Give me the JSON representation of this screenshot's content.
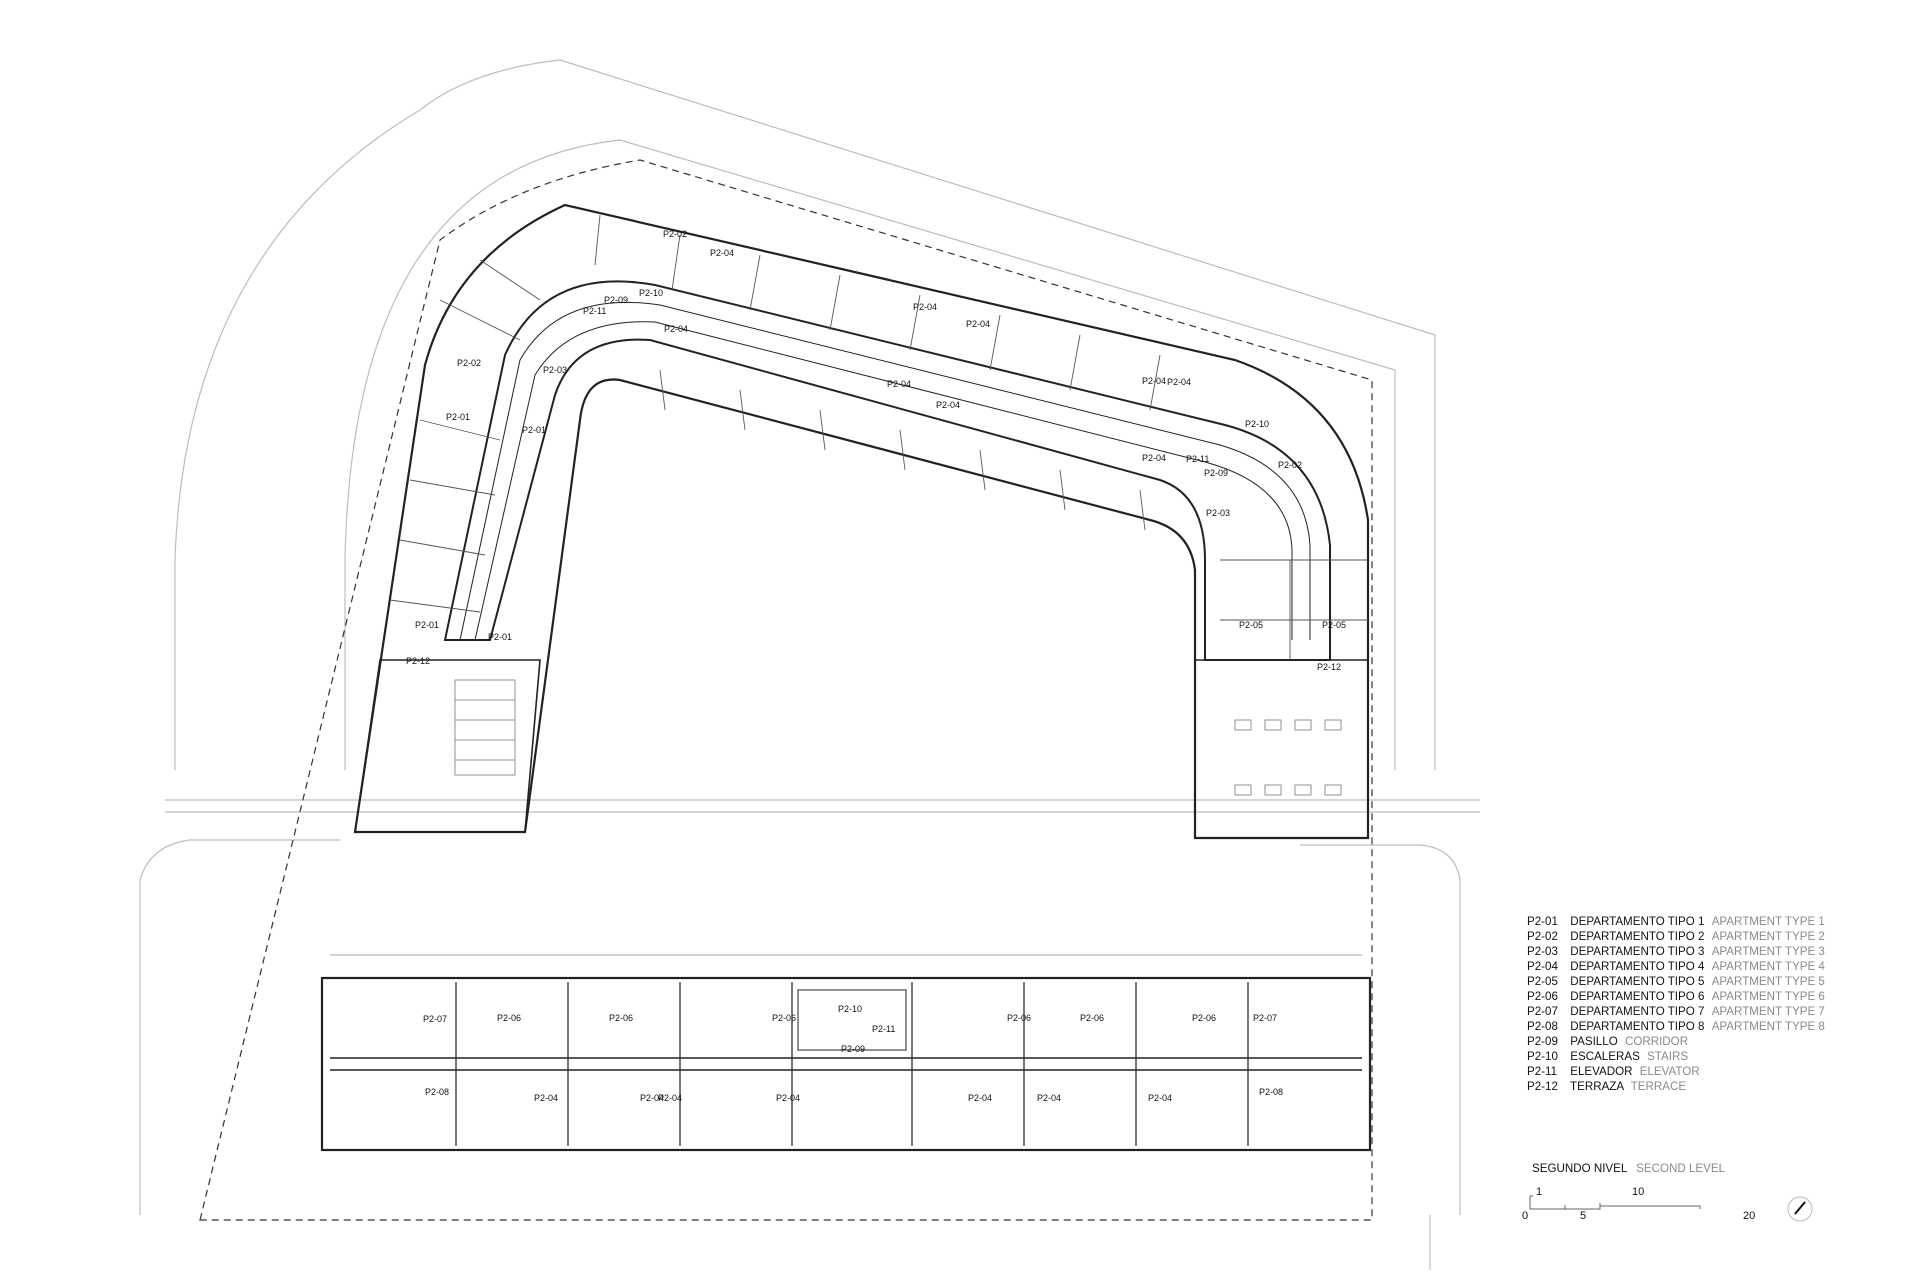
{
  "plan": {
    "room_labels": [
      {
        "id": "ul-0",
        "text": "P2-02"
      },
      {
        "id": "ul-1",
        "text": "P2-04"
      },
      {
        "id": "ul-2",
        "text": "P2-10"
      },
      {
        "id": "ul-3",
        "text": "P2-09"
      },
      {
        "id": "ul-4",
        "text": "P2-11"
      },
      {
        "id": "ul-5",
        "text": "P2-04"
      },
      {
        "id": "ul-6",
        "text": "P2-04"
      },
      {
        "id": "ul-7",
        "text": "P2-04"
      },
      {
        "id": "ul-8",
        "text": "P2-04"
      },
      {
        "id": "ul-9",
        "text": "P2-04"
      },
      {
        "id": "ul-10",
        "text": "P2-04"
      },
      {
        "id": "ul-11",
        "text": "P2-04"
      },
      {
        "id": "ul-12",
        "text": "P2-04"
      },
      {
        "id": "ul-13",
        "text": "P2-10"
      },
      {
        "id": "ul-14",
        "text": "P2-02"
      },
      {
        "id": "ul-15",
        "text": "P2-09"
      },
      {
        "id": "ul-16",
        "text": "P2-11"
      },
      {
        "id": "ul-17",
        "text": "P2-03"
      },
      {
        "id": "ul-18",
        "text": "P2-02"
      },
      {
        "id": "ul-19",
        "text": "P2-03"
      },
      {
        "id": "ul-20",
        "text": "P2-01"
      },
      {
        "id": "ul-21",
        "text": "P2-01"
      },
      {
        "id": "ul-22",
        "text": "P2-01"
      },
      {
        "id": "ul-23",
        "text": "P2-01"
      },
      {
        "id": "ul-24",
        "text": "P2-12"
      },
      {
        "id": "ul-25",
        "text": "P2-05"
      },
      {
        "id": "ul-26",
        "text": "P2-05"
      },
      {
        "id": "ul-27",
        "text": "P2-12"
      },
      {
        "id": "bl-0",
        "text": "P2-07"
      },
      {
        "id": "bl-1",
        "text": "P2-06"
      },
      {
        "id": "bl-2",
        "text": "P2-06"
      },
      {
        "id": "bl-3",
        "text": "P2-06"
      },
      {
        "id": "bl-4",
        "text": "P2-10"
      },
      {
        "id": "bl-5",
        "text": "P2-11"
      },
      {
        "id": "bl-6",
        "text": "P2-09"
      },
      {
        "id": "bl-7",
        "text": "P2-06"
      },
      {
        "id": "bl-8",
        "text": "P2-06"
      },
      {
        "id": "bl-9",
        "text": "P2-06"
      },
      {
        "id": "bl-10",
        "text": "P2-07"
      },
      {
        "id": "bl-11",
        "text": "P2-08"
      },
      {
        "id": "bl-12",
        "text": "P2-04"
      },
      {
        "id": "bl-13",
        "text": "P2-04"
      },
      {
        "id": "bl-14",
        "text": "P2-04"
      },
      {
        "id": "bl-15",
        "text": "P2-04"
      },
      {
        "id": "bl-16",
        "text": "P2-04"
      },
      {
        "id": "bl-17",
        "text": "P2-04"
      },
      {
        "id": "bl-18",
        "text": "P2-04"
      },
      {
        "id": "bl-19",
        "text": "P2-08"
      }
    ]
  },
  "legend": [
    {
      "code": "P2-01",
      "es": "DEPARTAMENTO TIPO 1",
      "en": "APARTMENT TYPE 1"
    },
    {
      "code": "P2-02",
      "es": "DEPARTAMENTO TIPO 2",
      "en": "APARTMENT TYPE 2"
    },
    {
      "code": "P2-03",
      "es": "DEPARTAMENTO TIPO 3",
      "en": "APARTMENT TYPE 3"
    },
    {
      "code": "P2-04",
      "es": "DEPARTAMENTO TIPO 4",
      "en": "APARTMENT TYPE 4"
    },
    {
      "code": "P2-05",
      "es": "DEPARTAMENTO TIPO 5",
      "en": "APARTMENT TYPE 5"
    },
    {
      "code": "P2-06",
      "es": "DEPARTAMENTO TIPO 6",
      "en": "APARTMENT TYPE 6"
    },
    {
      "code": "P2-07",
      "es": "DEPARTAMENTO TIPO 7",
      "en": "APARTMENT TYPE 7"
    },
    {
      "code": "P2-08",
      "es": "DEPARTAMENTO TIPO 8",
      "en": "APARTMENT TYPE 8"
    },
    {
      "code": "P2-09",
      "es": "PASILLO",
      "en": "CORRIDOR"
    },
    {
      "code": "P2-10",
      "es": "ESCALERAS",
      "en": "STAIRS"
    },
    {
      "code": "P2-11",
      "es": "ELEVADOR",
      "en": "ELEVATOR"
    },
    {
      "code": "P2-12",
      "es": "TERRAZA",
      "en": "TERRACE"
    }
  ],
  "level": {
    "es": "SEGUNDO NIVEL",
    "en": "SECOND LEVEL"
  },
  "scale_bar": {
    "labels": [
      "1",
      "0",
      "5",
      "10",
      "20"
    ]
  },
  "north_icon": "north-arrow-icon"
}
